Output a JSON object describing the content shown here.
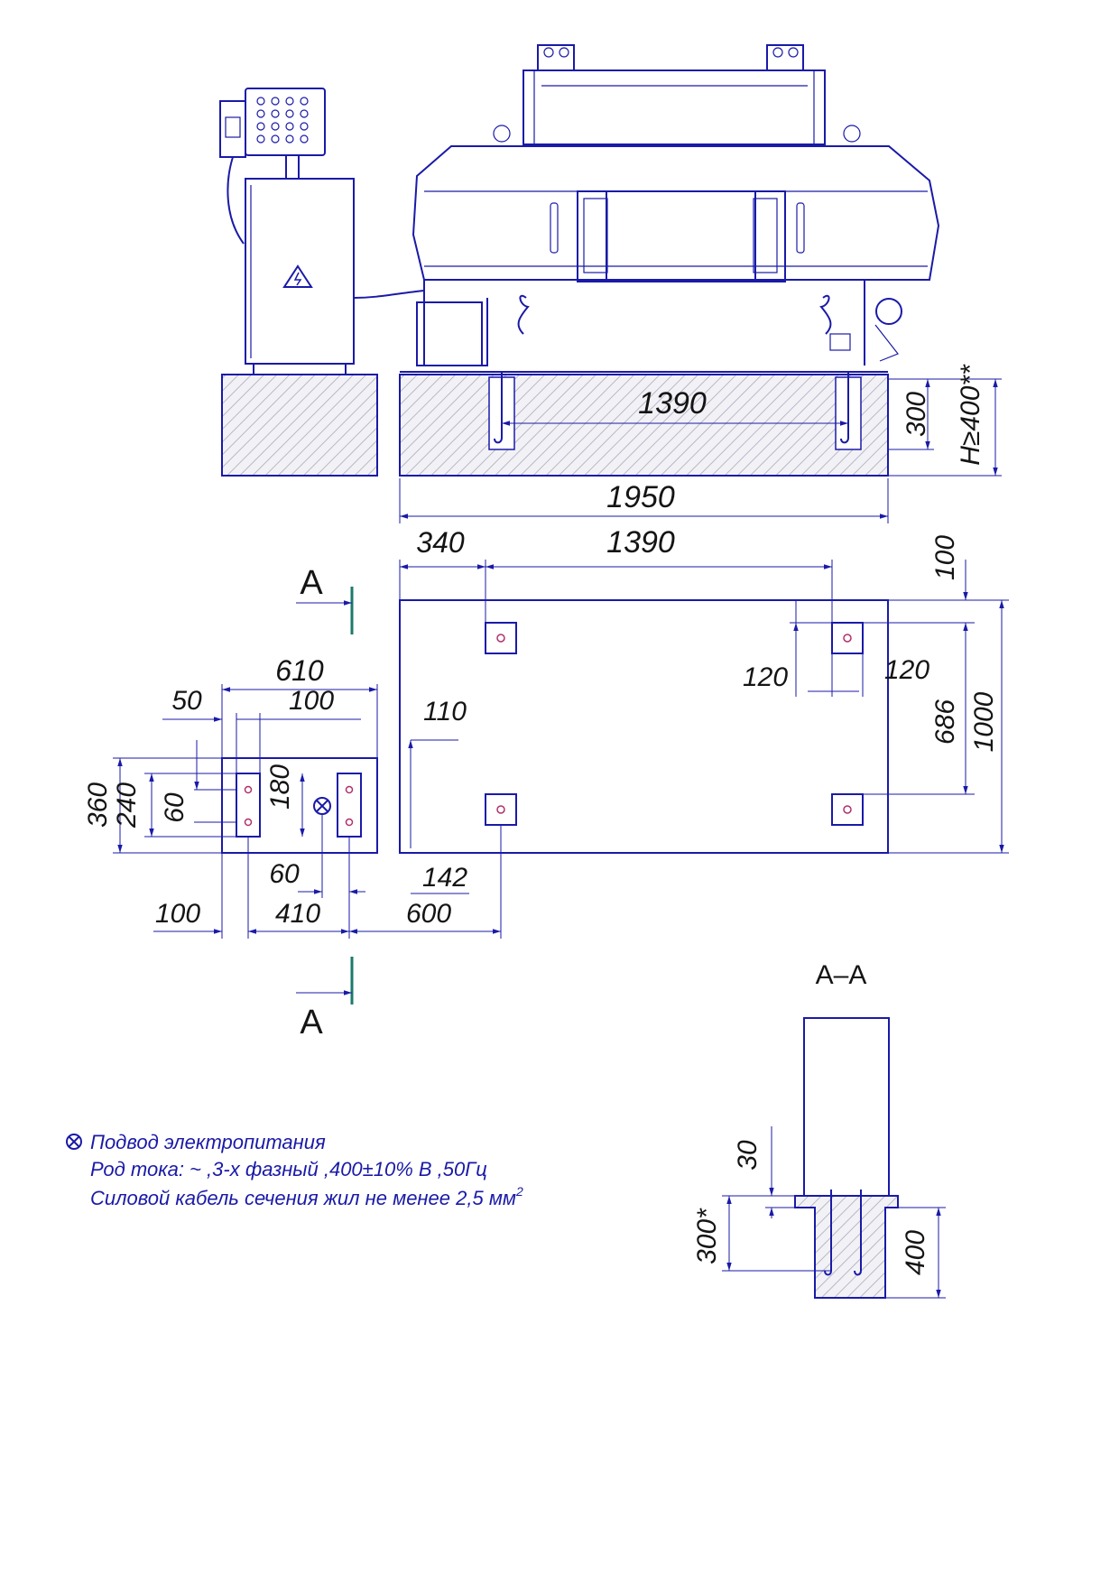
{
  "colors": {
    "line": "#1a1aa8",
    "text": "#141414",
    "marker": "#1a7a6a",
    "hatch": "#b8b8c8"
  },
  "icons": {
    "hazard": "warning-triangle-icon",
    "power": "power-inlet-icon"
  },
  "elevation": {
    "dim_anchor_span": "1390",
    "dim_depth": "300",
    "dim_total_height": "H≥400**",
    "dim_total_width": "1950"
  },
  "plan": {
    "dim_edge_offset": "340",
    "dim_anchor_span": "1390",
    "dim_top_offset": "100",
    "dim_anchor_inset_left": "120",
    "dim_anchor_inset_right": "120",
    "dim_anchor_pitch": "686",
    "dim_width": "1000",
    "dim_cabinet_width": "610",
    "dim_left_margin": "50",
    "dim_plate_width": "100",
    "dim_gap": "110",
    "dim_cabinet_depth": "360",
    "dim_bolt_pitch_a": "240",
    "dim_bolt_pitch_b": "60",
    "dim_bolt_span": "180",
    "dim_inlet_offset": "60",
    "dim_anchor_offset": "142",
    "dim_bottom_left": "100",
    "dim_bottom_mid": "410",
    "dim_bottom_right": "600",
    "section_label_top": "A",
    "section_label_bottom": "A"
  },
  "section": {
    "title": "A–A",
    "dim_step": "30",
    "dim_depth": "300*",
    "dim_height": "400"
  },
  "notes": {
    "line1": "Подвод электропитания",
    "line2": "Род тока: ~ ,3-х фазный ,400±10% В ,50Гц",
    "line3": "Силовой кабель сечения жил не менее 2,5 мм",
    "line3_sup": "2"
  }
}
